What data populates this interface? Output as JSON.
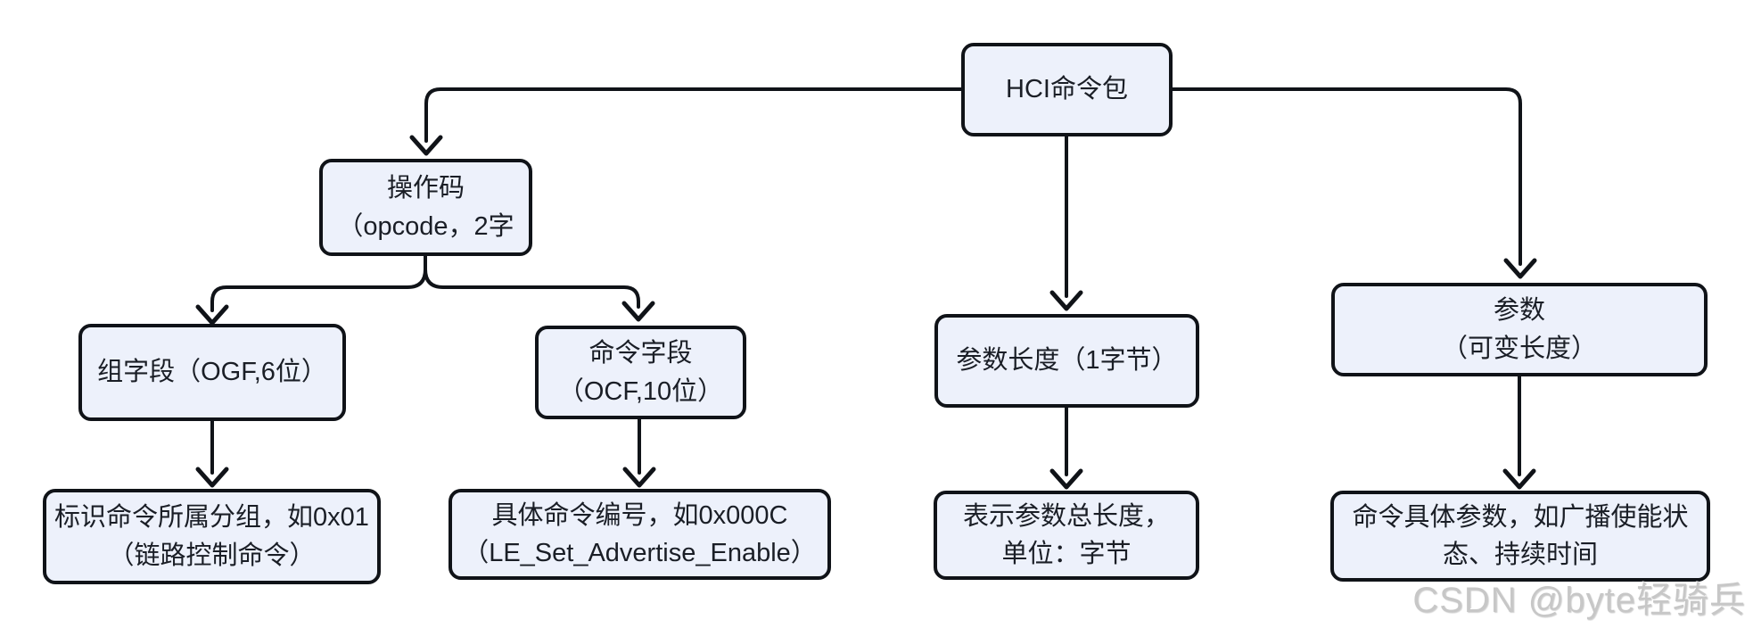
{
  "nodes": {
    "hci": {
      "label": "HCI命令包"
    },
    "opcode": {
      "line1": "操作码",
      "line2": "（opcode，2字"
    },
    "ogf": {
      "label": "组字段（OGF,6位）"
    },
    "ocf": {
      "line1": "命令字段",
      "line2": "（OCF,10位）"
    },
    "param_len": {
      "label": "参数长度（1字节）"
    },
    "params": {
      "line1": "参数",
      "line2": "（可变长度）"
    },
    "ogf_desc": {
      "line1": "标识命令所属分组，如0x01",
      "line2": "（链路控制命令）"
    },
    "ocf_desc": {
      "line1": "具体命令编号，如0x000C",
      "line2": "（LE_Set_Advertise_Enable）"
    },
    "param_len_desc": {
      "line1": "表示参数总长度，",
      "line2": "单位：字节"
    },
    "params_desc": {
      "line1": "命令具体参数，如广播使能状",
      "line2": "态、持续时间"
    }
  },
  "watermark": "CSDN @byte轻骑兵",
  "colors": {
    "background": "#ffffff",
    "node_fill": "#edf1fb",
    "node_border": "#101318",
    "connector": "#101318",
    "text": "#1a1e26",
    "watermark": "#c7c7c7"
  }
}
